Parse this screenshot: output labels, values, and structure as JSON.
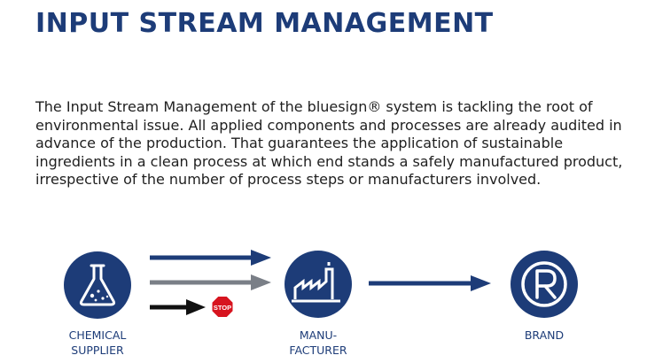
{
  "heading": {
    "title": "INPUT STREAM MANAGEMENT"
  },
  "body": {
    "paragraph": "The Input Stream Management of the bluesign® system is tackling the root of environmental issue. All applied components and processes are already audited in advance of the production. That guarantees the application of sustainable ingredients in a clean process at which end stands a safely manufactured product, irrespective of the number of process steps or manufacturers involved."
  },
  "diagram": {
    "nodes": {
      "chemical_supplier": {
        "icon": "flask-icon",
        "label_line1": "CHEMICAL",
        "label_line2": "SUPPLIER"
      },
      "manufacturer": {
        "icon": "factory-icon",
        "label_line1": "MANU-",
        "label_line2": "FACTURER"
      },
      "brand": {
        "icon": "registered-r-icon",
        "label_line1": "BRAND"
      }
    },
    "stop_sign": {
      "text": "STOP"
    },
    "colors": {
      "primary_blue": "#1d3c78",
      "gray_arrow": "#7a7f87",
      "black_arrow": "#111111",
      "stop_red": "#d7141f"
    }
  }
}
